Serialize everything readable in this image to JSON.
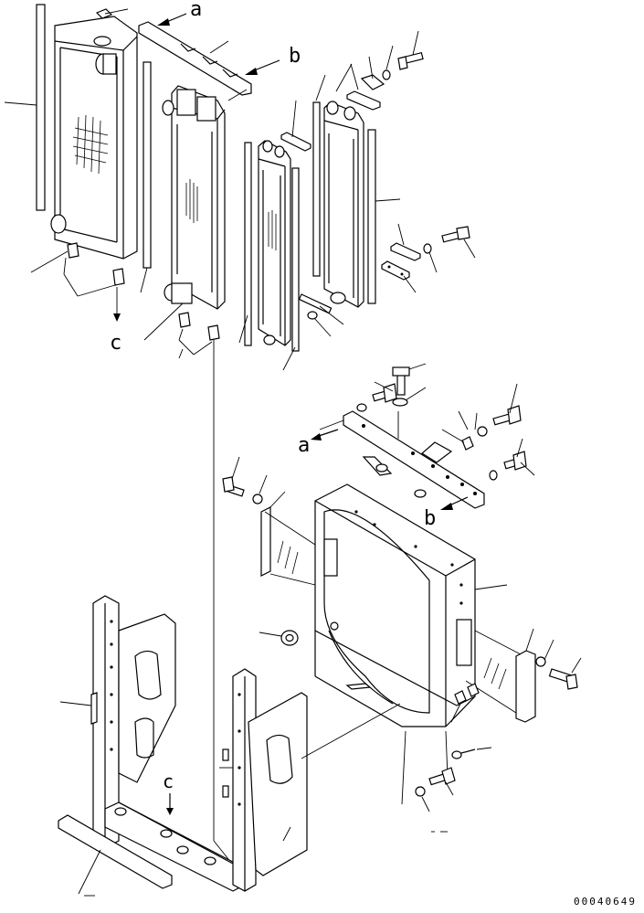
{
  "callouts": {
    "a_top": "a",
    "b_top": "b",
    "c_left": "c",
    "a_mid": "a",
    "b_mid": "b",
    "c_frame": "c"
  },
  "drawing_number": "00040649"
}
